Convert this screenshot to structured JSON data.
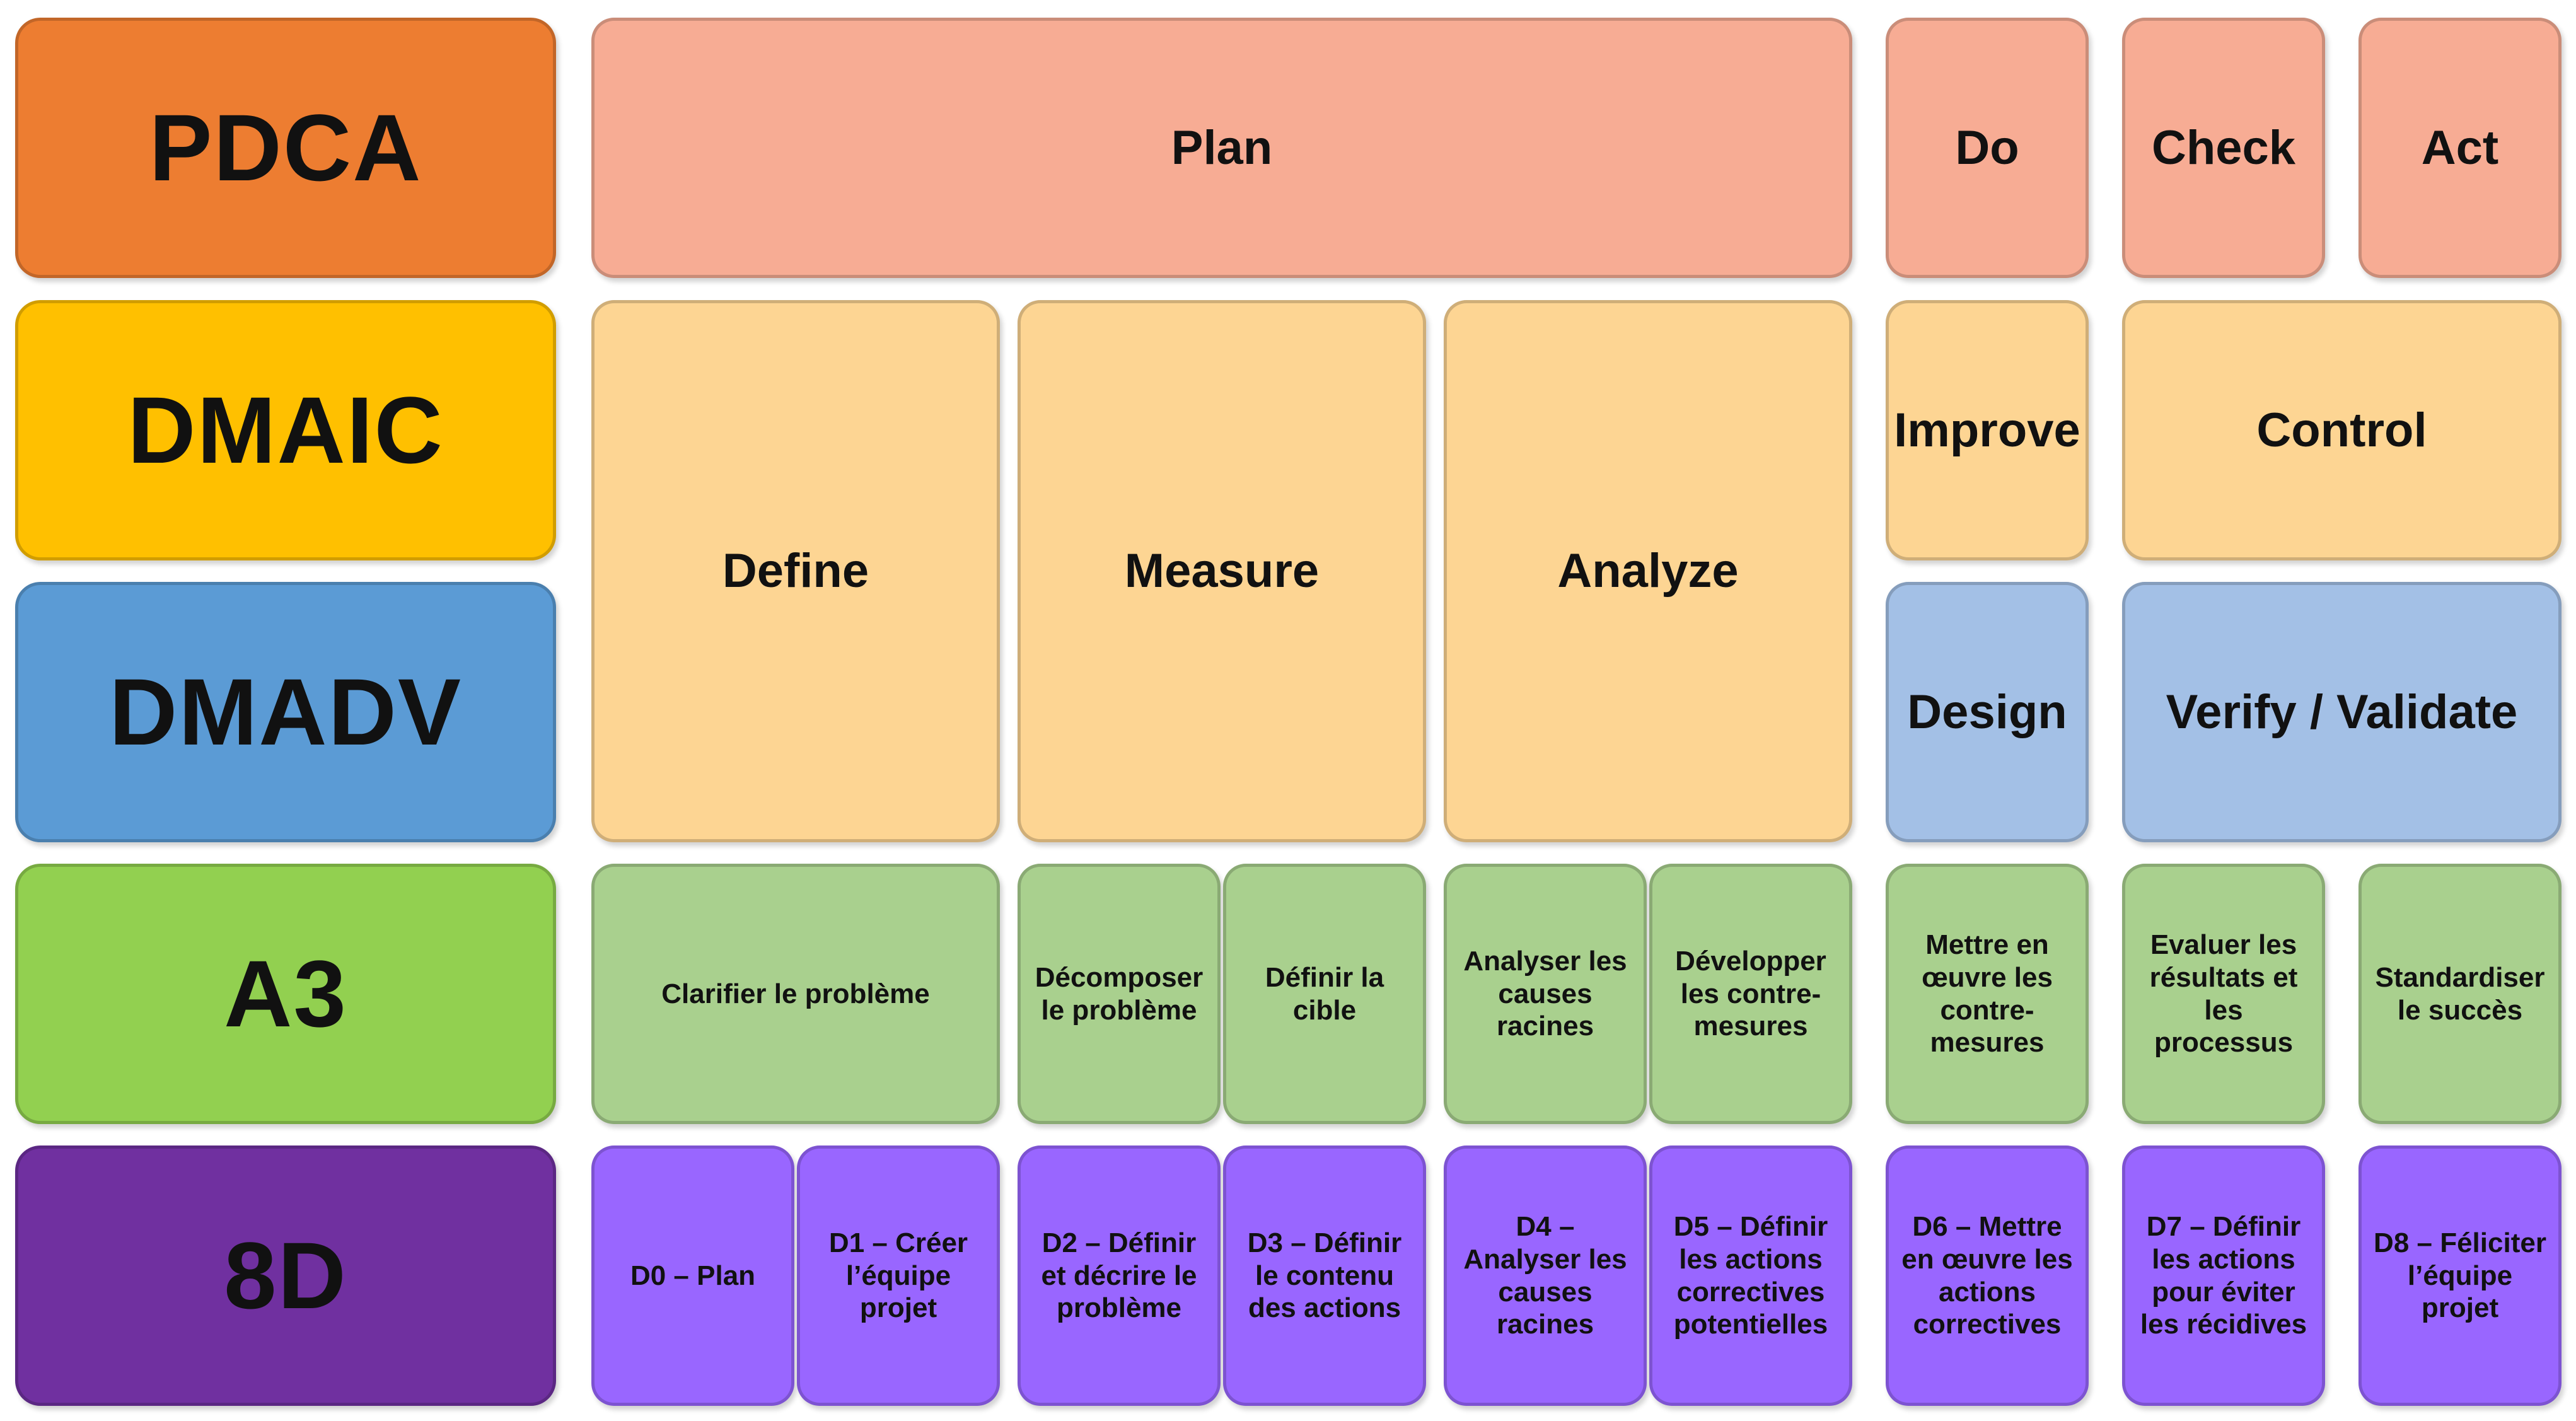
{
  "methods": [
    {
      "key": "pdca",
      "label": "PDCA",
      "color": "#ED7D31"
    },
    {
      "key": "dmaic",
      "label": "DMAIC",
      "color": "#FFC000"
    },
    {
      "key": "dmadv",
      "label": "DMADV",
      "color": "#5B9BD5"
    },
    {
      "key": "a3",
      "label": "A3",
      "color": "#92D050"
    },
    {
      "key": "8d",
      "label": "8D",
      "color": "#7030A0"
    }
  ],
  "pdca": {
    "color": "#F7AC94",
    "phases": [
      "Plan",
      "Do",
      "Check",
      "Act"
    ]
  },
  "dmaic": {
    "color": "#FDD593",
    "phases": [
      "Define",
      "Measure",
      "Analyze",
      "Improve",
      "Control"
    ]
  },
  "dmadv": {
    "color": "#A3C0E6",
    "phases": [
      "Design",
      "Verify / Validate"
    ]
  },
  "a3": {
    "color": "#A9D08E",
    "steps": [
      "Clarifier le problème",
      "Décomposer le problème",
      "Définir la cible",
      "Analyser les causes racines",
      "Développer les contre-mesures",
      "Mettre en œuvre les contre-mesures",
      "Evaluer les résultats et les processus",
      "Standardiser le succès"
    ]
  },
  "8d": {
    "color": "#9966FF",
    "steps": [
      "D0 – Plan",
      "D1 – Créer l’équipe projet",
      "D2 – Définir et décrire le problème",
      "D3 – Définir le contenu des actions",
      "D4 – Analyser les causes racines",
      "D5 – Définir les actions correctives potentielles",
      "D6 – Mettre en œuvre les actions correctives",
      "D7 – Définir les actions pour éviter les récidives",
      "D8 – Féliciter l’équipe projet"
    ]
  }
}
